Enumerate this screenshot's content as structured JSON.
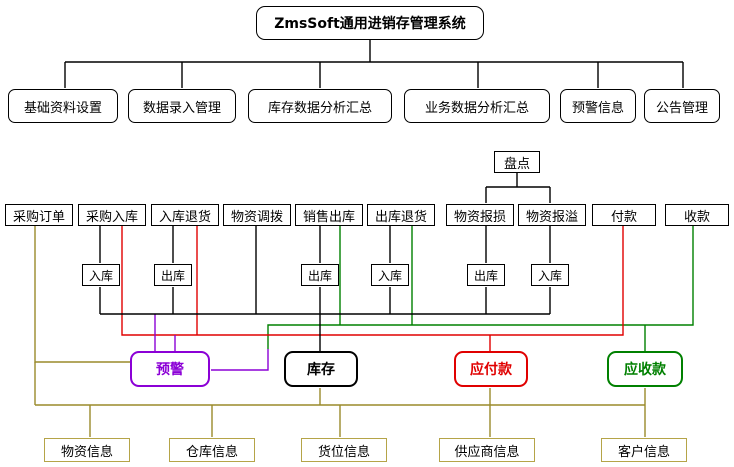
{
  "title": "ZmsSoft通用进销存管理系统",
  "modules": [
    "基础资料设置",
    "数据录入管理",
    "库存数据分析汇总",
    "业务数据分析汇总",
    "预警信息",
    "公告管理"
  ],
  "inventory_check": "盘点",
  "operations": [
    "采购订单",
    "采购入库",
    "入库退货",
    "物资调拨",
    "销售出库",
    "出库退货",
    "物资报损",
    "物资报溢",
    "付款",
    "收款"
  ],
  "flow_labels": {
    "purchase_in": "入库",
    "return_out": "出库",
    "sale_out": "出库",
    "sale_return_in": "入库",
    "loss_out": "出库",
    "overflow_in": "入库"
  },
  "hubs": {
    "warning": "预警",
    "stock": "库存",
    "payable": "应付款",
    "receivable": "应收款"
  },
  "base_info": [
    "物资信息",
    "仓库信息",
    "货位信息",
    "供应商信息",
    "客户信息"
  ],
  "colors": {
    "warning": "#8b00d6",
    "stock": "#000000",
    "payable": "#e00000",
    "receivable": "#008000",
    "base_info": "#9a8a2a"
  }
}
